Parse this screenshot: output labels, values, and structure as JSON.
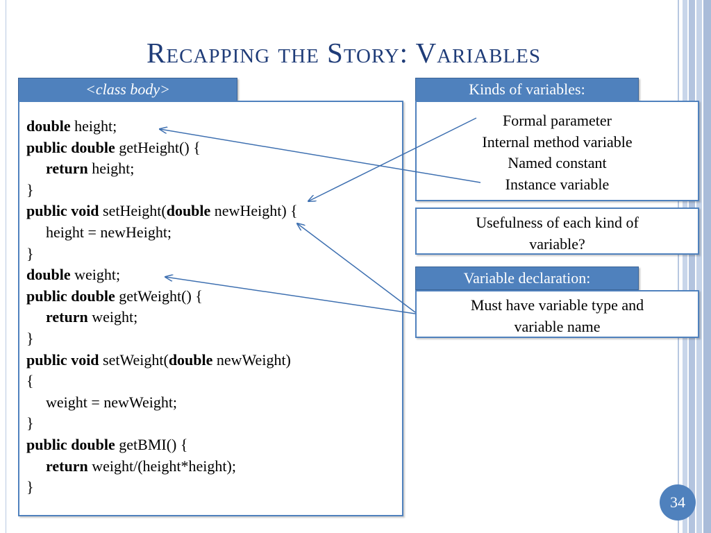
{
  "slide": {
    "title": "Recapping the Story: Variables",
    "page_number": "34"
  },
  "class_tab": "<class body>",
  "code": [
    {
      "segments": [
        {
          "text": "double",
          "bold": true
        },
        {
          "text": " height;",
          "bold": false
        }
      ],
      "indent": false
    },
    {
      "segments": [
        {
          "text": "public double",
          "bold": true
        },
        {
          "text": " getHeight() {",
          "bold": false
        }
      ],
      "indent": false
    },
    {
      "segments": [
        {
          "text": "return",
          "bold": true
        },
        {
          "text": " height;",
          "bold": false
        }
      ],
      "indent": true
    },
    {
      "segments": [
        {
          "text": "}",
          "bold": false
        }
      ],
      "indent": false
    },
    {
      "segments": [
        {
          "text": "public void",
          "bold": true
        },
        {
          "text": " setHeight(",
          "bold": false
        },
        {
          "text": "double",
          "bold": true
        },
        {
          "text": " newHeight) {",
          "bold": false
        }
      ],
      "indent": false
    },
    {
      "segments": [
        {
          "text": "height = newHeight;",
          "bold": false
        }
      ],
      "indent": true
    },
    {
      "segments": [
        {
          "text": "}",
          "bold": false
        }
      ],
      "indent": false
    },
    {
      "segments": [
        {
          "text": "double",
          "bold": true
        },
        {
          "text": " weight;",
          "bold": false
        }
      ],
      "indent": false
    },
    {
      "segments": [
        {
          "text": "public double",
          "bold": true
        },
        {
          "text": " getWeight() {",
          "bold": false
        }
      ],
      "indent": false
    },
    {
      "segments": [
        {
          "text": "return",
          "bold": true
        },
        {
          "text": " weight;",
          "bold": false
        }
      ],
      "indent": true
    },
    {
      "segments": [
        {
          "text": "}",
          "bold": false
        }
      ],
      "indent": false
    },
    {
      "segments": [
        {
          "text": "public void",
          "bold": true
        },
        {
          "text": " setWeight(",
          "bold": false
        },
        {
          "text": "double",
          "bold": true
        },
        {
          "text": " newWeight)",
          "bold": false
        }
      ],
      "indent": false
    },
    {
      "segments": [
        {
          "text": "{",
          "bold": false
        }
      ],
      "indent": false
    },
    {
      "segments": [
        {
          "text": "weight = newWeight;",
          "bold": false
        }
      ],
      "indent": true
    },
    {
      "segments": [
        {
          "text": "}",
          "bold": false
        }
      ],
      "indent": false
    },
    {
      "segments": [
        {
          "text": "public double",
          "bold": true
        },
        {
          "text": " getBMI() {",
          "bold": false
        }
      ],
      "indent": false
    },
    {
      "segments": [
        {
          "text": "return",
          "bold": true
        },
        {
          "text": " weight/(height*height);",
          "bold": false
        }
      ],
      "indent": true
    },
    {
      "segments": [
        {
          "text": "}",
          "bold": false
        }
      ],
      "indent": false
    }
  ],
  "kinds": {
    "tab": "Kinds of variables:",
    "items": [
      "Formal parameter",
      "Internal method variable",
      "Named constant",
      "Instance variable"
    ]
  },
  "usefulness": {
    "line1": "Usefulness of each kind of",
    "line2": "variable?"
  },
  "declaration": {
    "tab": "Variable declaration:",
    "line1": "Must have variable type and",
    "line2": "variable name"
  },
  "colors": {
    "accent": "#4f81bd",
    "title": "#1f3c78",
    "arrow": "#3d6fb0"
  }
}
